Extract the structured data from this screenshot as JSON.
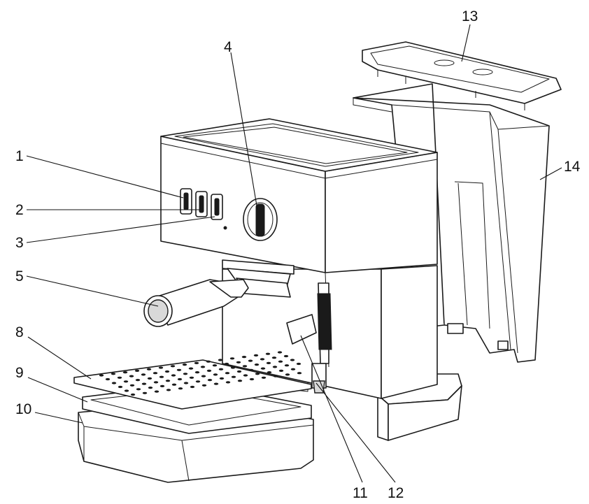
{
  "diagram": {
    "callouts": [
      {
        "id": "c1",
        "label": "1"
      },
      {
        "id": "c2",
        "label": "2"
      },
      {
        "id": "c3",
        "label": "3"
      },
      {
        "id": "c4",
        "label": "4"
      },
      {
        "id": "c5",
        "label": "5"
      },
      {
        "id": "c8",
        "label": "8"
      },
      {
        "id": "c9",
        "label": "9"
      },
      {
        "id": "c10",
        "label": "10"
      },
      {
        "id": "c11",
        "label": "11"
      },
      {
        "id": "c12",
        "label": "12"
      },
      {
        "id": "c13",
        "label": "13"
      },
      {
        "id": "c14",
        "label": "14"
      }
    ]
  }
}
